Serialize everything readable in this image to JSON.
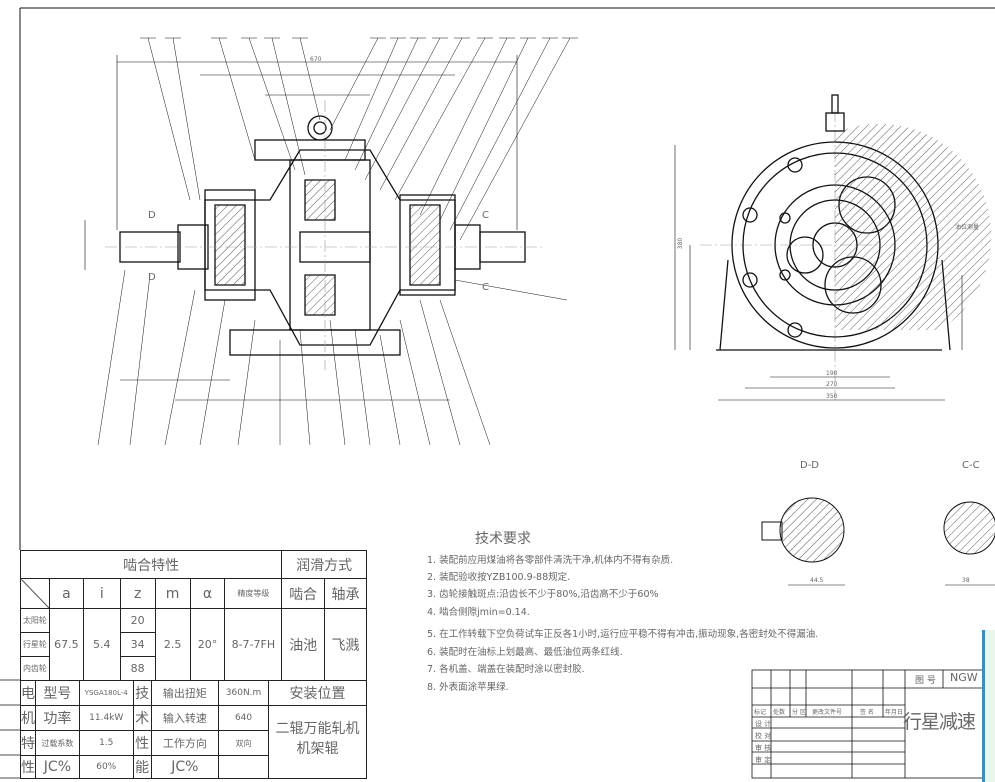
{
  "main_view": {
    "dims": {
      "overall_length": "670",
      "shaft_height": "380",
      "foot_190": "190",
      "foot_270": "270",
      "foot_350": "350"
    },
    "section_labels": {
      "d_left": "D",
      "d_left2": "D",
      "c_right": "C",
      "c_right2": "C"
    },
    "oil_gauge_label": "油位测量"
  },
  "sections": {
    "dd": {
      "title": "D-D",
      "dim": "44.5"
    },
    "cc": {
      "title": "C-C",
      "dim": "38"
    }
  },
  "mesh_table": {
    "title": "啮合特性",
    "lube_title": "润滑方式",
    "headers": [
      "a",
      "i",
      "z",
      "m",
      "α",
      "精度等级"
    ],
    "lube_headers": [
      "啮合",
      "轴承"
    ],
    "rows": [
      "太阳轮",
      "行星轮",
      "内齿轮"
    ],
    "a": "67.5",
    "i": "5.4",
    "z": [
      "20",
      "34",
      "88"
    ],
    "m": "2.5",
    "alpha": "20°",
    "grade": "8-7-7FH",
    "lube_mesh": "油池",
    "lube_bearing": "飞溅"
  },
  "motor": {
    "label": [
      "电",
      "机",
      "特",
      "性"
    ],
    "rows": [
      {
        "k": "型号",
        "v": "YSGA180L-4"
      },
      {
        "k": "功率",
        "v": "11.4kW"
      },
      {
        "k": "过载系数",
        "v": "1.5"
      },
      {
        "k": "JC%",
        "v": "60%"
      }
    ]
  },
  "tech": {
    "label": [
      "技",
      "术",
      "性",
      "能"
    ],
    "rows": [
      {
        "k": "输出扭矩",
        "v": "360N.m"
      },
      {
        "k": "输入转速",
        "v": "640"
      },
      {
        "k": "工作方向",
        "v": "双向"
      },
      {
        "k": "JC%",
        "v": ""
      }
    ]
  },
  "install": {
    "title": "安装位置",
    "value": [
      "二辊万能轧机",
      "机架辊"
    ]
  },
  "requirements": {
    "title": "技术要求",
    "items": [
      "1.  装配前应用煤油将各零部件清洗干净,机体内不得有杂质.",
      "2.  装配验收按YZB100.9-88规定.",
      "3.  齿轮接触斑点:沿齿长不少于80%,沿齿高不少于60%",
      "4.  啮合侧隙jmin=0.14.",
      "5.  在工作转载下空负荷试车正反各1小时,运行应平稳不得有冲击,振动现象,各密封处不得漏油.",
      "6.  装配时在油标上划最高、最低油位两条红线.",
      "7.  各机盖、端盖在装配时涂以密封胶.",
      "8.  外表面涂苹果绿."
    ]
  },
  "title_block": {
    "drawing_no_label": "图 号",
    "drawing_no": "NGW",
    "name": "行星减速",
    "header": [
      "标记",
      "处数",
      "分 区",
      "更改文件号",
      "签 名",
      "年月日"
    ],
    "roles": [
      "设 计",
      "校 对",
      "审 核",
      "审 定"
    ]
  }
}
